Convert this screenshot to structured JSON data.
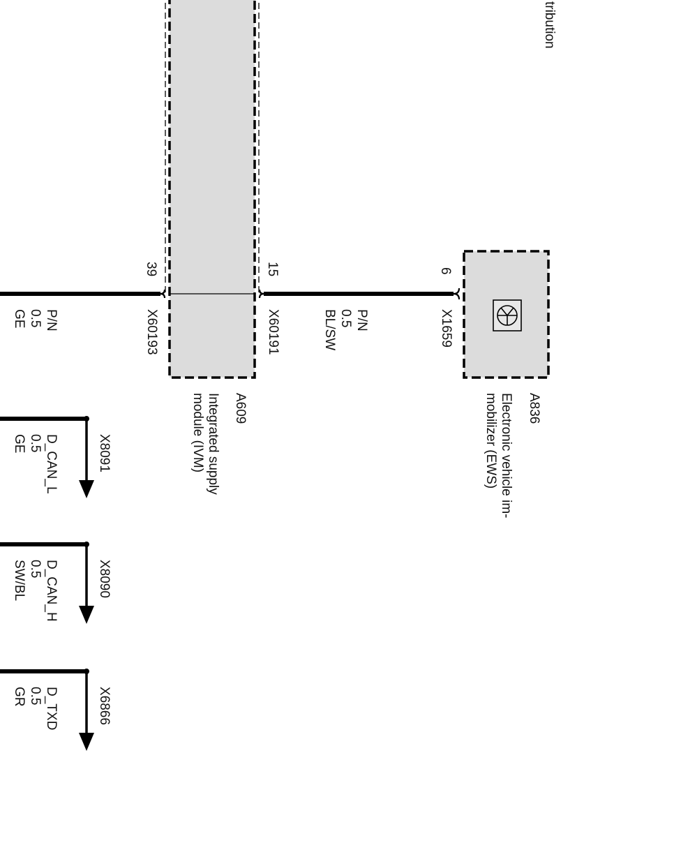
{
  "header_fragment": "tribution",
  "colors": {
    "line": "#000000",
    "module_fill": "#dcdcdc",
    "text": "#111111"
  },
  "modules": {
    "a609": {
      "id": "A609",
      "name_line1": "Integrated supply",
      "name_line2": "module (IVM)"
    },
    "a836": {
      "id": "A836",
      "name_line1": "Electronic vehicle im-",
      "name_line2": "mobilizer (EWS)",
      "icon": "transistor-icon"
    }
  },
  "pins": {
    "p39": "39",
    "p15": "15",
    "p6": "6"
  },
  "connectors": {
    "c60193": "X60193",
    "c60191": "X60191",
    "c1659": "X1659"
  },
  "wires": {
    "w1": {
      "signal": "P/N",
      "size": "0.5",
      "color": "GE"
    },
    "w2": {
      "signal": "P/N",
      "size": "0.5",
      "color": "BL/SW"
    }
  },
  "leads": [
    {
      "connector": "X8091",
      "signal": "D_CAN_L",
      "size": "0.5",
      "color": "GE"
    },
    {
      "connector": "X8090",
      "signal": "D_CAN_H",
      "size": "0.5",
      "color": "SW/BL"
    },
    {
      "connector": "X6866",
      "signal": "D_TXD",
      "size": "0.5",
      "color": "GR"
    }
  ]
}
